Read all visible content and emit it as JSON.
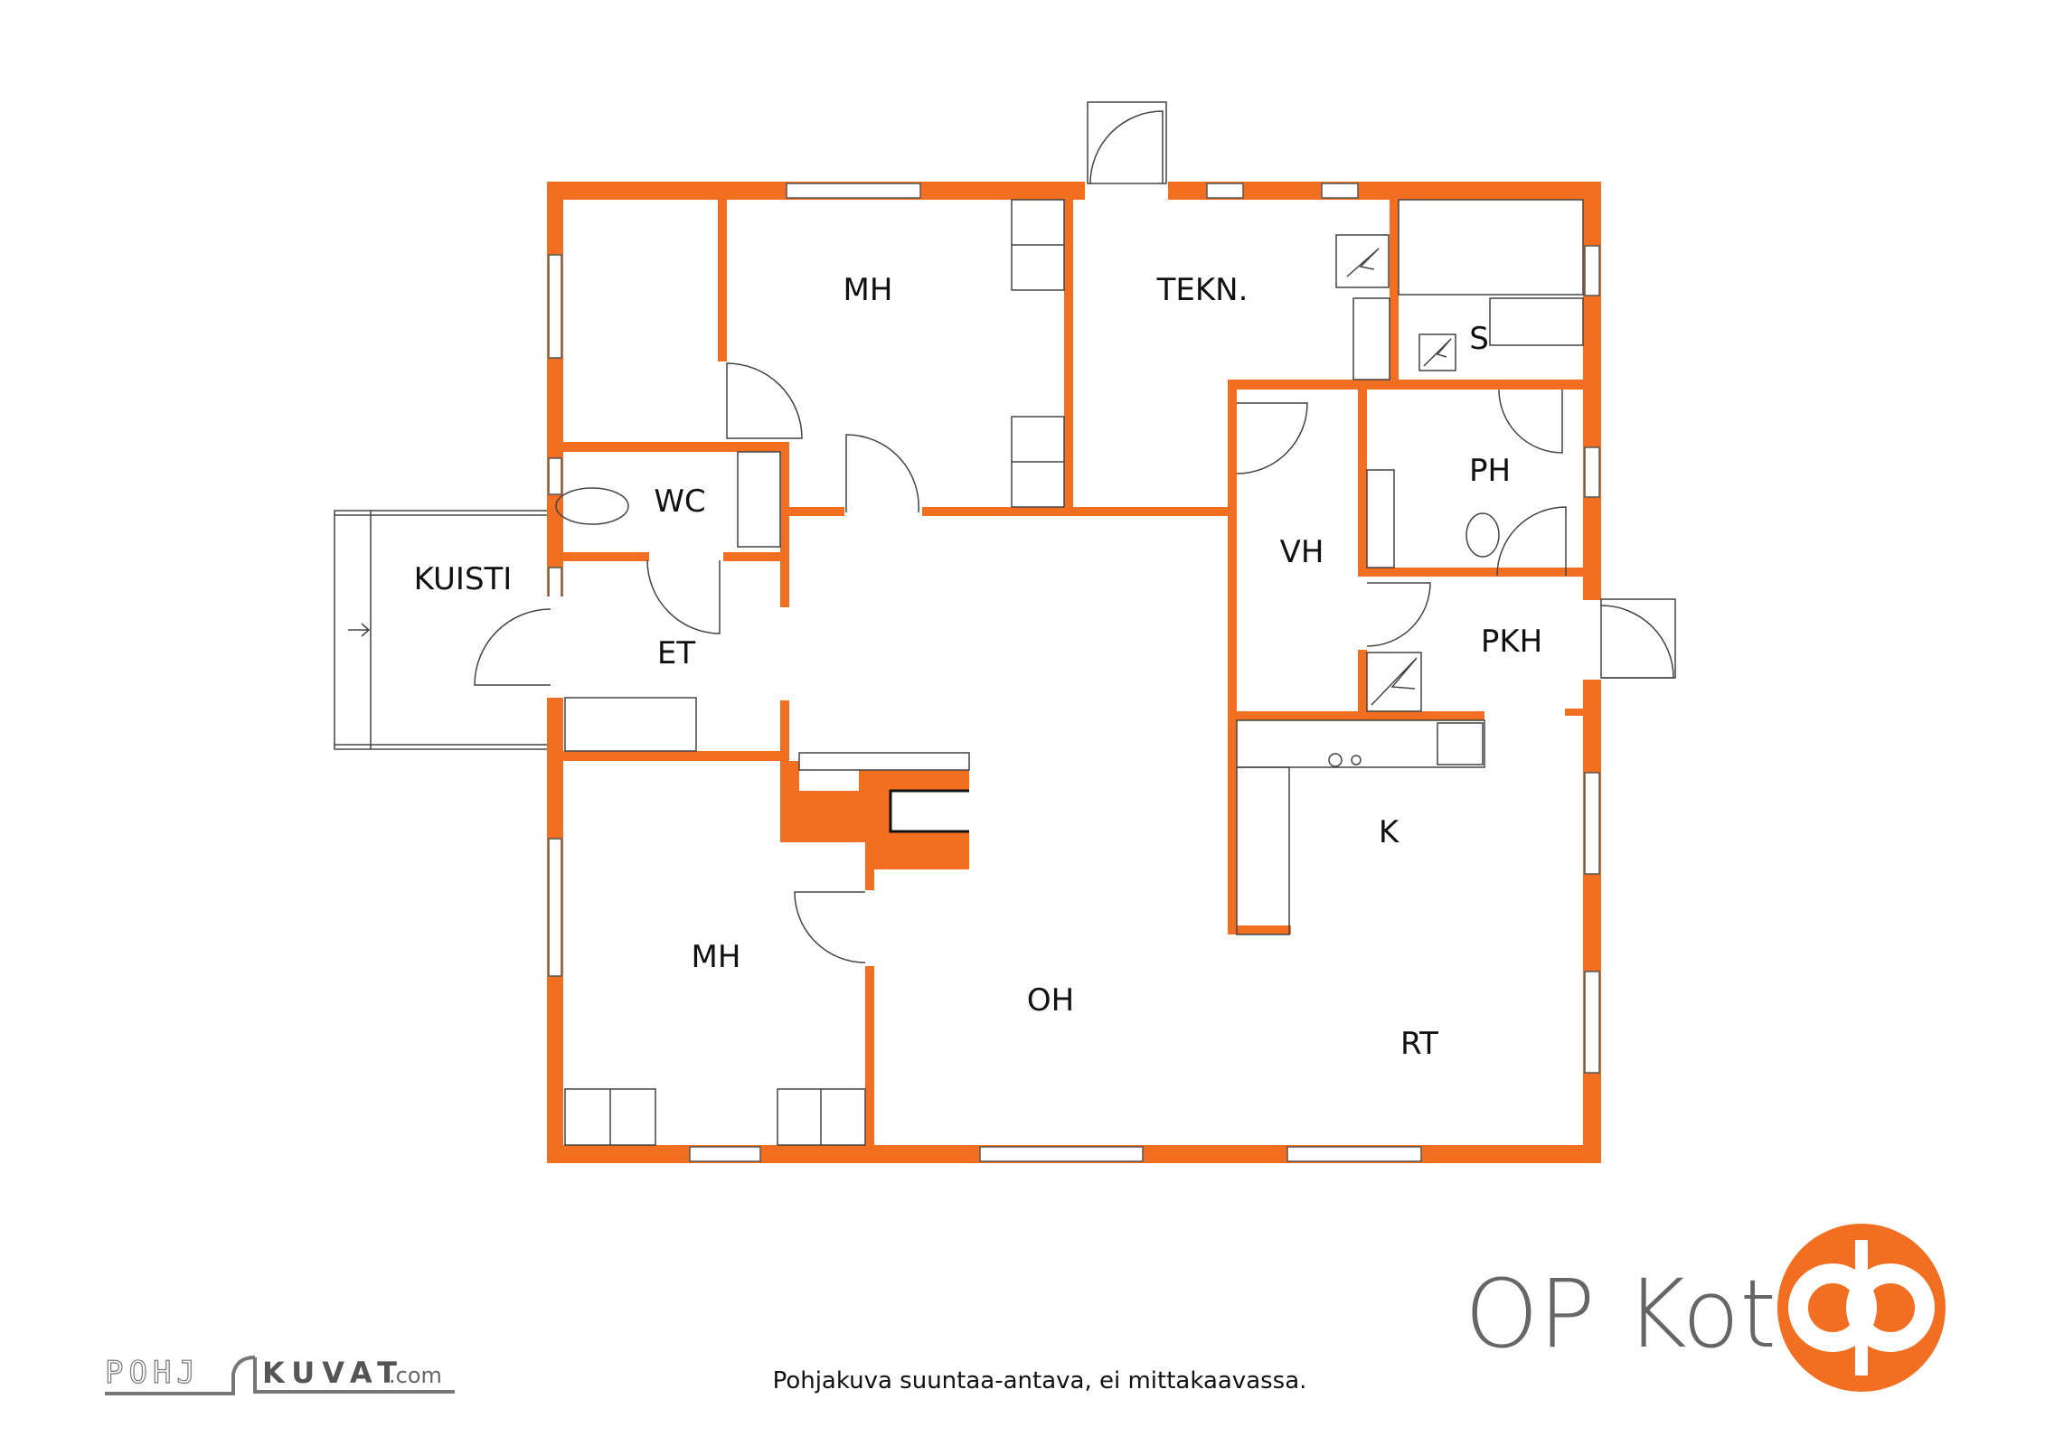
{
  "floorplan": {
    "rooms": {
      "mh_top": "MH",
      "tekn": "TEKN.",
      "s": "S",
      "wc": "WC",
      "ph": "PH",
      "vh": "VH",
      "kuisti": "KUISTI",
      "et": "ET",
      "pkh": "PKH",
      "k": "K",
      "mh_bottom": "MH",
      "oh": "OH",
      "rt": "RT"
    },
    "wall_color": "#F26F21"
  },
  "footer": {
    "caption": "Pohjakuva suuntaa-antava, ei mittakaavassa.",
    "brand": "OP Koti",
    "brand_color": "#F26F21",
    "pohjakuvat_logo": {
      "part1": "POHJ",
      "part2": "KUVAT",
      "part3": ".com"
    }
  }
}
